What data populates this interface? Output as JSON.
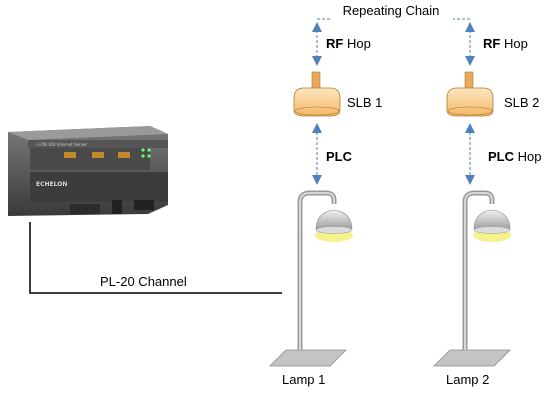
{
  "top_label": "Repeating Chain",
  "channel_label": "PL-20 Channel",
  "device": {
    "brand": "ECHELON",
    "model": "i.LON 100 Internet Server"
  },
  "nodes": [
    {
      "slb_label": "SLB 1",
      "rf_bold": "RF",
      "rf_rest": " Hop",
      "plc_bold": "PLC",
      "plc_rest": "",
      "lamp_label": "Lamp 1"
    },
    {
      "slb_label": "SLB 2",
      "rf_bold": "RF",
      "rf_rest": " Hop",
      "plc_bold": "PLC",
      "plc_rest": " Hop",
      "lamp_label": "Lamp 2"
    }
  ],
  "colors": {
    "arrow": "#4f81bd",
    "slb_fill": "#fbd7a0",
    "slb_stroke": "#b07a2c",
    "pole": "#8c8c8c",
    "lamp_glow": "#f3f07a"
  }
}
